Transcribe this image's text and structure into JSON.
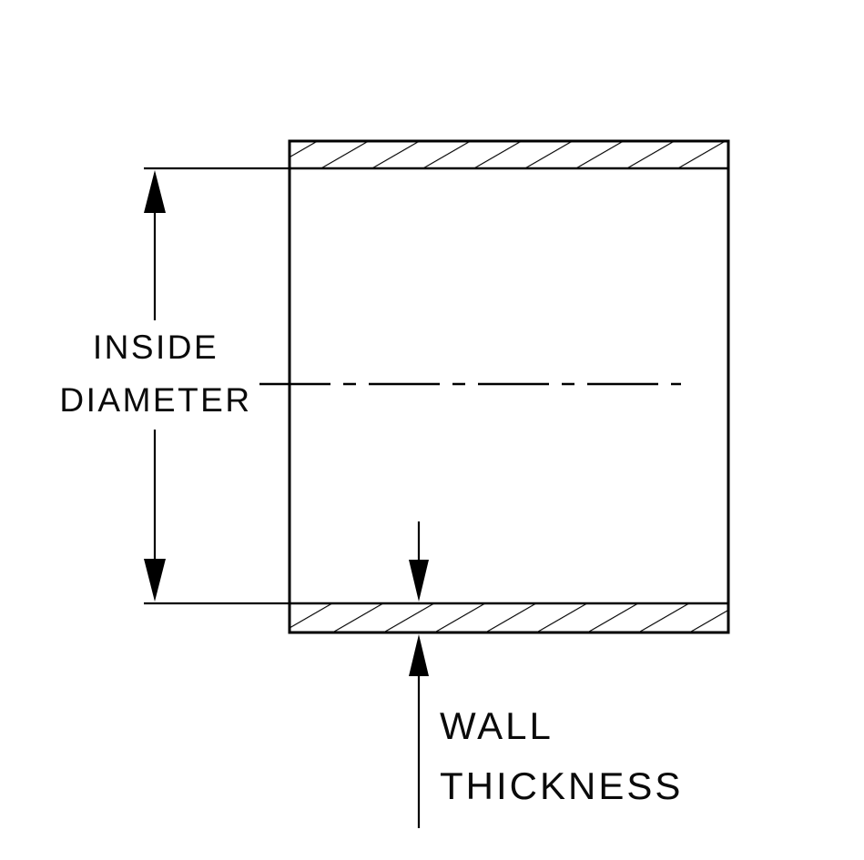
{
  "diagram": {
    "labels": {
      "inside_line1": "INSIDE",
      "inside_line2": "DIAMETER",
      "wall_line1": "WALL",
      "wall_line2": "THICKNESS"
    },
    "colors": {
      "line": "#000000",
      "background": "#ffffff"
    }
  }
}
